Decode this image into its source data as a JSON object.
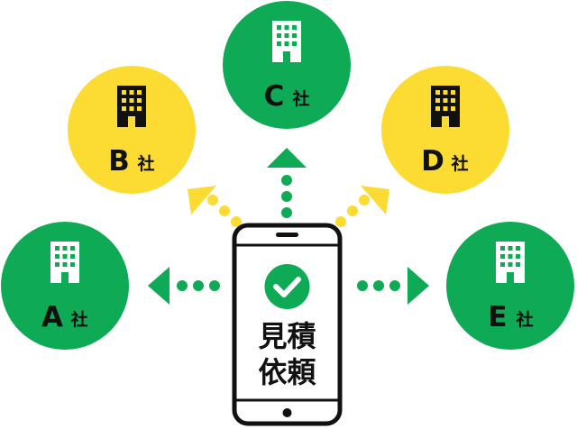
{
  "phone": {
    "line1": "見積",
    "line2": "依頼"
  },
  "companies": [
    {
      "id": "a",
      "letter": "A",
      "suffix": "社",
      "color": "#0eaa55"
    },
    {
      "id": "b",
      "letter": "B",
      "suffix": "社",
      "color": "#fcdb33"
    },
    {
      "id": "c",
      "letter": "C",
      "suffix": "社",
      "color": "#0eaa55"
    },
    {
      "id": "d",
      "letter": "D",
      "suffix": "社",
      "color": "#fcdb33"
    },
    {
      "id": "e",
      "letter": "E",
      "suffix": "社",
      "color": "#0eaa55"
    }
  ],
  "colors": {
    "green": "#0eaa55",
    "yellow": "#fcdb33",
    "ink": "#111111",
    "white": "#ffffff"
  },
  "icons": {
    "company": "office-building-icon",
    "check": "checkmark-icon"
  }
}
